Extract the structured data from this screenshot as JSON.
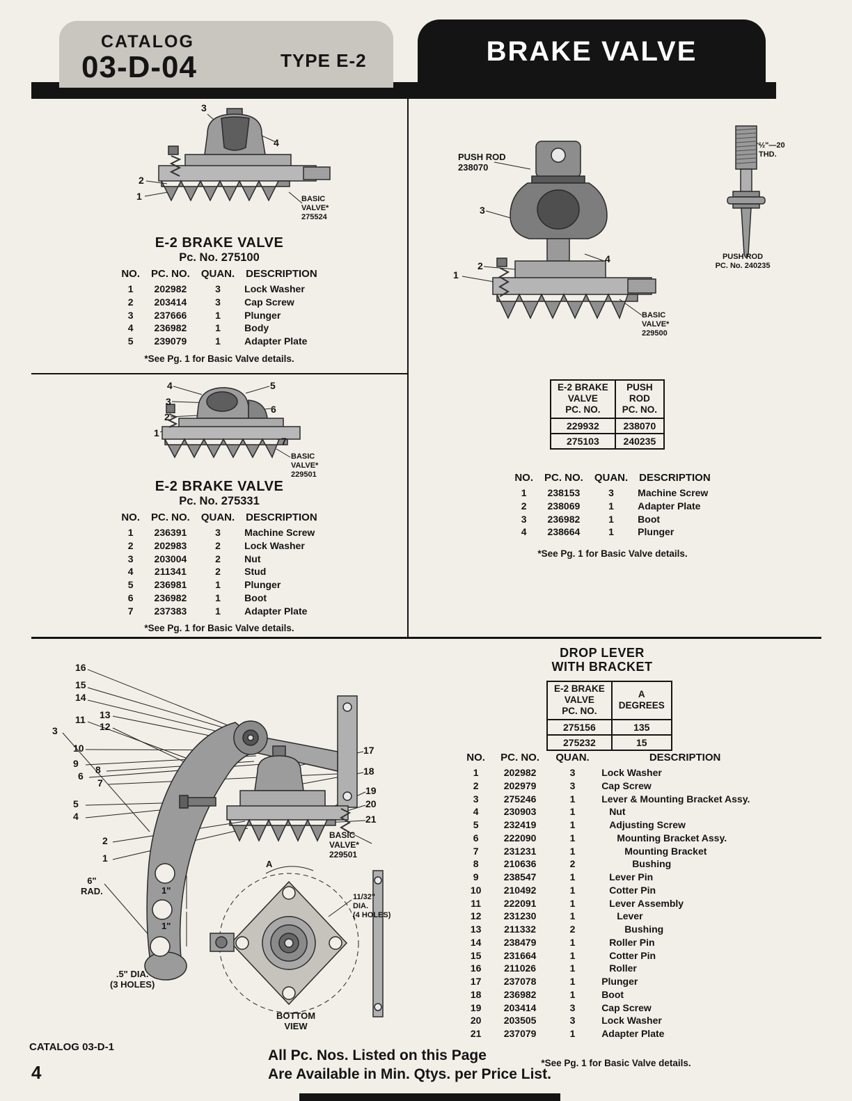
{
  "colors": {
    "page_bg": "#f2efe8",
    "ink": "#141414",
    "tab_gray": "#c9c6c0",
    "header_black": "#141414"
  },
  "header": {
    "catalog_label": "CATALOG",
    "catalog_number": "03-D-04",
    "type_label": "TYPE E-2",
    "title": "BRAKE VALVE"
  },
  "table_headers": [
    "NO.",
    "PC. NO.",
    "QUAN.",
    "DESCRIPTION"
  ],
  "valve_275100": {
    "title": "E-2 BRAKE VALVE",
    "subtitle": "Pc. No. 275100",
    "basic_valve_label": "BASIC\nVALVE*\n275524",
    "callouts": [
      "1",
      "2",
      "3",
      "4"
    ],
    "rows": [
      [
        "1",
        "202982",
        "3",
        "Lock Washer"
      ],
      [
        "2",
        "203414",
        "3",
        "Cap Screw"
      ],
      [
        "3",
        "237666",
        "1",
        "Plunger"
      ],
      [
        "4",
        "236982",
        "1",
        "Body"
      ],
      [
        "5",
        "239079",
        "1",
        "Adapter Plate"
      ]
    ],
    "footnote": "*See Pg. 1 for Basic Valve details."
  },
  "valve_275331": {
    "title": "E-2 BRAKE VALVE",
    "subtitle": "Pc. No. 275331",
    "basic_valve_label": "BASIC\nVALVE*\n229501",
    "callouts": [
      "1",
      "2",
      "3",
      "4",
      "5",
      "6",
      "7"
    ],
    "rows": [
      [
        "1",
        "236391",
        "3",
        "Machine Screw"
      ],
      [
        "2",
        "202983",
        "2",
        "Lock Washer"
      ],
      [
        "3",
        "203004",
        "2",
        "Nut"
      ],
      [
        "4",
        "211341",
        "2",
        "Stud"
      ],
      [
        "5",
        "236981",
        "1",
        "Plunger"
      ],
      [
        "6",
        "236982",
        "1",
        "Boot"
      ],
      [
        "7",
        "237383",
        "1",
        "Adapter Plate"
      ]
    ],
    "footnote": "*See Pg. 1 for Basic Valve details."
  },
  "push_rod_valve": {
    "push_rod_label": "PUSH ROD\n238070",
    "basic_valve_label": "BASIC\nVALVE*\n229500",
    "thread_label": "½\"—20\nTHD.",
    "side_rod_label": "PUSH ROD\nPC. No. 240235",
    "callouts": [
      "1",
      "2",
      "3",
      "4"
    ],
    "xref": {
      "col1_header": "E-2 BRAKE\nVALVE\nPC. NO.",
      "col2_header": "PUSH\nROD\nPC. NO.",
      "rows": [
        [
          "229932",
          "238070"
        ],
        [
          "275103",
          "240235"
        ]
      ]
    },
    "rows": [
      [
        "1",
        "238153",
        "3",
        "Machine Screw"
      ],
      [
        "2",
        "238069",
        "1",
        "Adapter Plate"
      ],
      [
        "3",
        "236982",
        "1",
        "Boot"
      ],
      [
        "4",
        "238664",
        "1",
        "Plunger"
      ]
    ],
    "footnote": "*See Pg. 1 for Basic Valve details."
  },
  "drop_lever": {
    "title_line1": "DROP LEVER",
    "title_line2": "WITH BRACKET",
    "deg_table": {
      "col1_header": "E-2 BRAKE\nVALVE\nPC. NO.",
      "col2_header": "A\nDEGREES",
      "rows": [
        [
          "275156",
          "135"
        ],
        [
          "275232",
          "15"
        ]
      ]
    },
    "callouts": [
      "1",
      "2",
      "3",
      "4",
      "5",
      "6",
      "7",
      "8",
      "9",
      "10",
      "11",
      "12",
      "13",
      "14",
      "15",
      "16",
      "17",
      "18",
      "19",
      "20",
      "21"
    ],
    "basic_valve_label": "BASIC\nVALVE*\n229501",
    "dims": {
      "rad": "6\"\nRAD.",
      "inch_top": "1\"",
      "inch_bottom": "1\"",
      "holes3": ".5\" DIA.\n(3 HOLES)",
      "holes4": "11/32\"\nDIA.\n(4 HOLES)",
      "angle": "A",
      "bottom_view": "BOTTOM\nVIEW"
    },
    "rows": [
      [
        "1",
        "202982",
        "3",
        "Lock Washer",
        0
      ],
      [
        "2",
        "202979",
        "3",
        "Cap Screw",
        0
      ],
      [
        "3",
        "275246",
        "1",
        "Lever & Mounting Bracket Assy.",
        0
      ],
      [
        "4",
        "230903",
        "1",
        "Nut",
        1
      ],
      [
        "5",
        "232419",
        "1",
        "Adjusting Screw",
        1
      ],
      [
        "6",
        "222090",
        "1",
        "Mounting Bracket Assy.",
        2
      ],
      [
        "7",
        "231231",
        "1",
        "Mounting Bracket",
        3
      ],
      [
        "8",
        "210636",
        "2",
        "Bushing",
        4
      ],
      [
        "9",
        "238547",
        "1",
        "Lever Pin",
        1
      ],
      [
        "10",
        "210492",
        "1",
        "Cotter Pin",
        1
      ],
      [
        "11",
        "222091",
        "1",
        "Lever Assembly",
        1
      ],
      [
        "12",
        "231230",
        "1",
        "Lever",
        2
      ],
      [
        "13",
        "211332",
        "2",
        "Bushing",
        3
      ],
      [
        "14",
        "238479",
        "1",
        "Roller Pin",
        1
      ],
      [
        "15",
        "231664",
        "1",
        "Cotter Pin",
        1
      ],
      [
        "16",
        "211026",
        "1",
        "Roller",
        1
      ],
      [
        "17",
        "237078",
        "1",
        "Plunger",
        0
      ],
      [
        "18",
        "236982",
        "1",
        "Boot",
        0
      ],
      [
        "19",
        "203414",
        "3",
        "Cap Screw",
        0
      ],
      [
        "20",
        "203505",
        "3",
        "Lock Washer",
        0
      ],
      [
        "21",
        "237079",
        "1",
        "Adapter Plate",
        0
      ]
    ],
    "footnote": "*See Pg. 1 for Basic Valve details."
  },
  "footer": {
    "catalog_ref": "CATALOG 03-D-1",
    "page_number": "4",
    "line1": "All Pc. Nos. Listed on this Page",
    "line2": "Are Available in Min. Qtys. per Price List."
  }
}
